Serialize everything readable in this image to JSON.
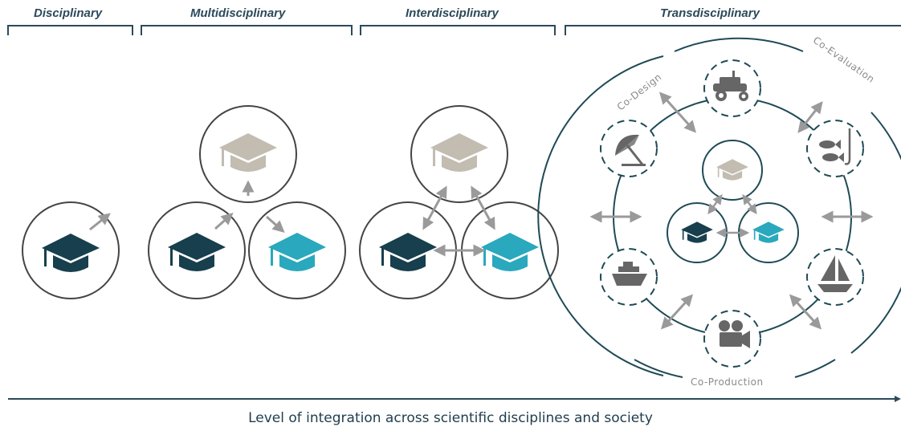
{
  "headers": {
    "disciplinary": "Disciplinary",
    "multidisciplinary": "Multidisciplinary",
    "interdisciplinary": "Interdisciplinary",
    "transdisciplinary": "Transdisciplinary"
  },
  "arc_labels": {
    "co_design": "Co-Design",
    "co_evaluation": "Co-Evaluation",
    "co_production": "Co-Production"
  },
  "footer": "Level of integration across scientific disciplines and society",
  "colors": {
    "dark_teal": "#173f4d",
    "cyan": "#2aa8bd",
    "beige": "#c2bcb1",
    "arrow": "#9a9a9a",
    "ring": "#1f4a56",
    "icon_grey": "#666666",
    "line": "#2c4a5a"
  },
  "stakeholder_icons": [
    "tractor-icon",
    "fishing-icon",
    "sailboat-icon",
    "camera-icon",
    "ship-icon",
    "umbrella-icon"
  ]
}
